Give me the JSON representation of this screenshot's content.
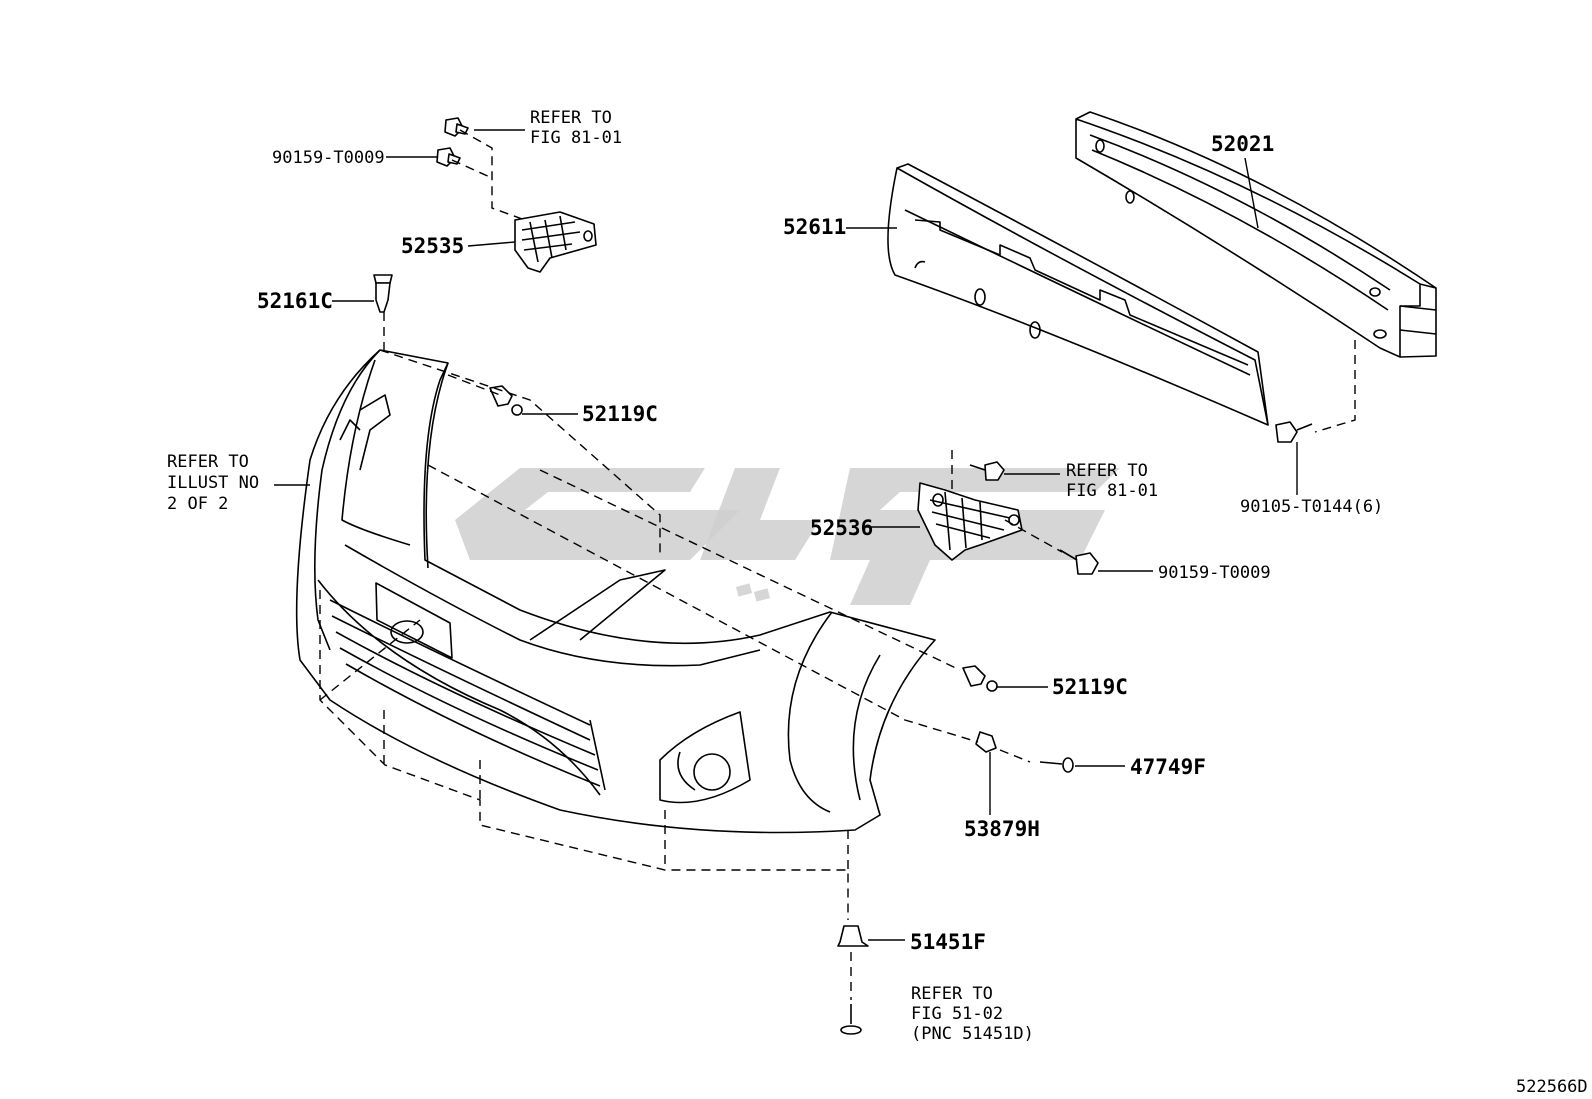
{
  "figure_id": "522566D",
  "parts": {
    "p52021": "52021",
    "p52611": "52611",
    "p52535": "52535",
    "p52161c": "52161C",
    "p52119c_top": "52119C",
    "p52119c_bottom": "52119C",
    "p52536": "52536",
    "p47749f": "47749F",
    "p53879h": "53879H",
    "p51451f": "51451F",
    "p90159_top": "90159-T0009",
    "p90159_right": "90159-T0009",
    "p90105": "90105-T0144(6)"
  },
  "refs": {
    "fig8101_top": [
      "REFER TO",
      "FIG 81-01"
    ],
    "fig8101_right": [
      "REFER TO",
      "FIG 81-01"
    ],
    "illust": [
      "REFER TO",
      "ILLUST NO",
      "2 OF 2"
    ],
    "fig5102": [
      "REFER TO",
      "FIG 51-02",
      "(PNC 51451D)"
    ]
  }
}
